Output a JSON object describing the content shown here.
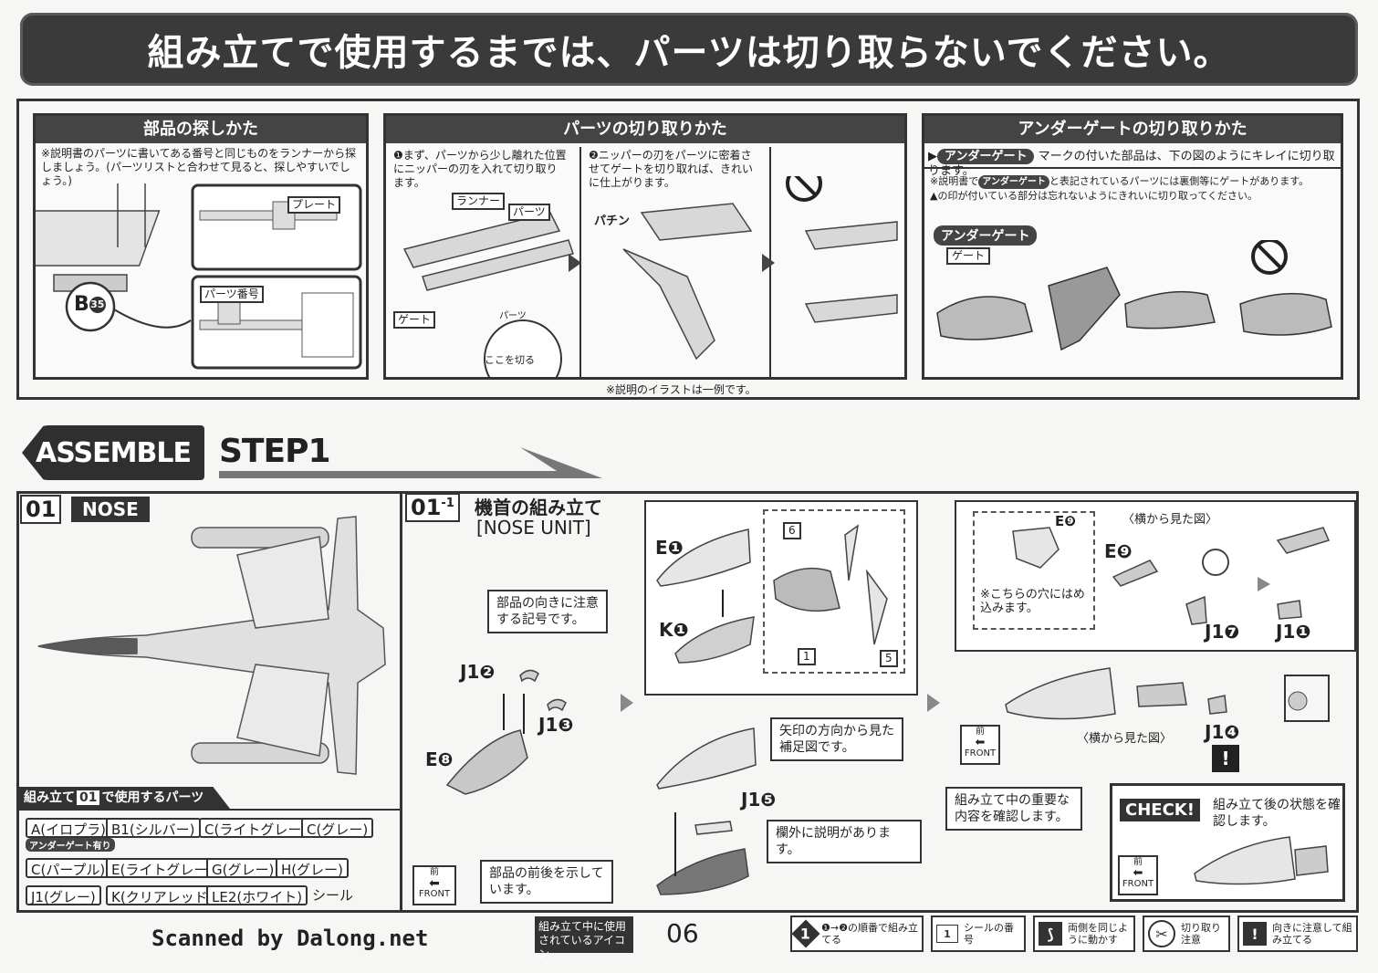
{
  "banner": {
    "text": "組み立てで使用するまでは、パーツは切り取らないでください。"
  },
  "sections": {
    "find_parts": {
      "title": "部品の探しかた",
      "note": "※説明書のパーツに書いてある番号と同じものをランナーから探しましょう。(パーツリストと合わせて見ると、探しやすいでしょう。)",
      "label_plate": "プレート",
      "label_part_no": "パーツ番号",
      "callout": "B",
      "callout_num": "35"
    },
    "cut_parts": {
      "title": "パーツの切り取りかた",
      "step1": "❶まず、パーツから少し離れた位置にニッパーの刃を入れて切り取ります。",
      "step2": "❷ニッパーの刃をパーツに密着させてゲートを切り取れば、きれいに仕上がります。",
      "label_runner": "ランナー",
      "label_parts": "パーツ",
      "label_gate": "ゲート",
      "label_cut_here": "ここを切る",
      "label_parts2": "パーツ",
      "snap": "パチン"
    },
    "undergate": {
      "title": "アンダーゲートの切り取りかた",
      "tag": "アンダーゲート",
      "line1": "マークの付いた部品は、下の図のようにキレイに切り取ります。",
      "note_a": "※説明書で",
      "note_b": "と表記されているパーツには裏側等にゲートがあります。",
      "note2": "▲の印が付いている部分は忘れないようにきれいに切り取ってください。",
      "badge": "アンダーゲート",
      "gate_label": "ゲート"
    },
    "illustration_note": "※説明のイラストは一例です。"
  },
  "step_header": {
    "assemble": "ASSEMBLE",
    "step": "STEP1"
  },
  "panel01": {
    "num": "01",
    "name": "NOSE",
    "parts_header_a": "組み立て",
    "parts_header_num": "01",
    "parts_header_b": "で使用するパーツ",
    "parts": [
      "A(イロプラ)",
      "B1(シルバー)",
      "C(ライトグレー)",
      "C(グレー)",
      "C(パープル)",
      "E(ライトグレー)",
      "G(グレー)",
      "H(グレー)",
      "J1(グレー)",
      "K(クリアレッド)",
      "LE2(ホワイト)"
    ],
    "undergate_badge": "アンダーゲート有り",
    "seal": "シール"
  },
  "panel011": {
    "num": "01",
    "sub": "-1",
    "title_jp": "機首の組み立て",
    "title_en": "[NOSE UNIT]",
    "note_orient": "部品の向きに注意する記号です。",
    "note_front": "部品の前後を示しています。",
    "note_arrow": "矢印の方向から見た補足図です。",
    "note_outside": "欄外に説明があります。",
    "note_important": "組み立て中の重要な内容を確認します。",
    "note_hole": "※こちらの穴にはめ込みます。",
    "side_view": "〈横から見た図〉",
    "side_view2": "〈横から見た図〉",
    "check_badge": "CHECK!",
    "check_text": "組み立て後の状態を確認します。",
    "front_kanji": "前",
    "front_en": "FRONT",
    "labels": {
      "J1_2": "J1❷",
      "J1_3": "J1❸",
      "E8": "E❽",
      "E1": "E❶",
      "K1": "K❶",
      "J1_5": "J1❺",
      "E9a": "E❾",
      "E9b": "E❾",
      "J1_7": "J1❼",
      "J1_1": "J1❶",
      "J1_4": "J1❹",
      "seal6": "6",
      "seal1": "1",
      "seal5": "5"
    }
  },
  "footer": {
    "scanned": "Scanned by Dalong.net",
    "icons_label": "組み立て中に使用されているアイコン",
    "page": "06",
    "legend": [
      {
        "sym": "1",
        "text": "❶→❷の順番で組み立てる"
      },
      {
        "sym": "1",
        "text": "シールの番号"
      },
      {
        "sym": "⟆",
        "text": "両側を同じように動かす"
      },
      {
        "sym": "✂",
        "text": "切り取り注意"
      },
      {
        "sym": "!",
        "text": "向きに注意して組み立てる"
      }
    ]
  }
}
